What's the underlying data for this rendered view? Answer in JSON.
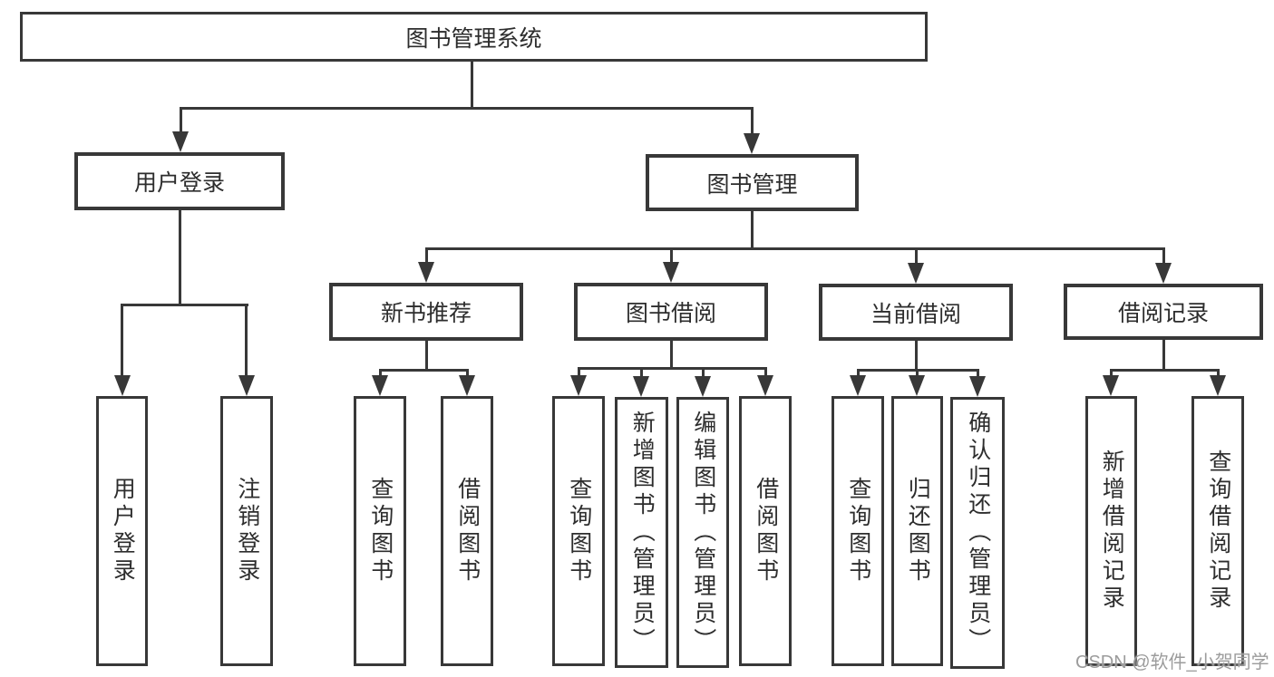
{
  "diagram": {
    "root": {
      "label": "图书管理系统"
    },
    "level2": [
      {
        "label": "用户登录"
      },
      {
        "label": "图书管理"
      }
    ],
    "level3": [
      {
        "label": "新书推荐"
      },
      {
        "label": "图书借阅"
      },
      {
        "label": "当前借阅"
      },
      {
        "label": "借阅记录"
      }
    ],
    "leaves": [
      {
        "label": "用户登录"
      },
      {
        "label": "注销登录"
      },
      {
        "label": "查询图书"
      },
      {
        "label": "借阅图书"
      },
      {
        "label": "查询图书"
      },
      {
        "label": "新增图书（管理员）"
      },
      {
        "label": "编辑图书（管理员）"
      },
      {
        "label": "借阅图书"
      },
      {
        "label": "查询图书"
      },
      {
        "label": "归还图书"
      },
      {
        "label": "确认归还（管理员）"
      },
      {
        "label": "新增借阅记录"
      },
      {
        "label": "查询借阅记录"
      }
    ]
  },
  "watermark": {
    "text": "CSDN @软件_小贺同学"
  },
  "colors": {
    "line": "#383838",
    "text": "#2d2d2d",
    "background": "#ffffff",
    "watermark": "#9c9c9c"
  }
}
